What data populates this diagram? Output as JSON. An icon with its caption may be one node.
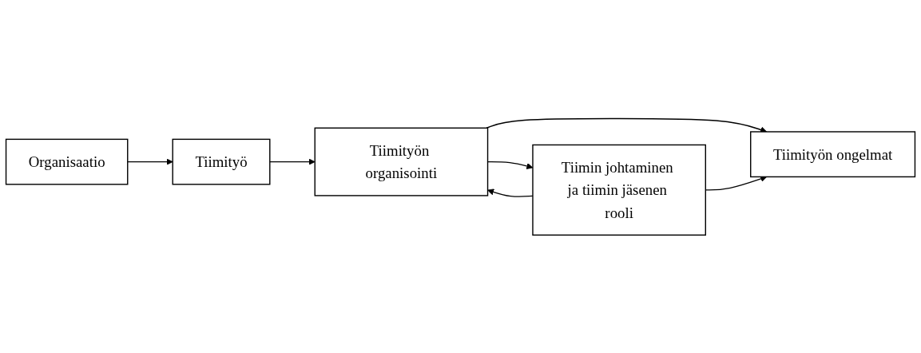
{
  "diagram": {
    "nodes": [
      {
        "text": [
          "Organisaatio"
        ]
      },
      {
        "text": [
          "Tiimityö"
        ]
      },
      {
        "text": [
          "Tiimityön organisointi"
        ]
      },
      {
        "text": [
          "Tiimityön ongelmat"
        ]
      },
      {
        "text": [
          "Tiimin johtaminen ja tiimin jäsenen rooli"
        ]
      }
    ],
    "edges": [
      {
        "from": 0,
        "to": 1,
        "arrow": "to"
      },
      {
        "from": 1,
        "to": 2,
        "arrow": "to"
      },
      {
        "from": 2,
        "to": 3,
        "arrow": "to"
      },
      {
        "from": 2,
        "to": 4,
        "arrow": "to"
      },
      {
        "from": 4,
        "to": 2,
        "arrow": "to"
      },
      {
        "from": 4,
        "to": 3,
        "arrow": "to"
      }
    ]
  }
}
